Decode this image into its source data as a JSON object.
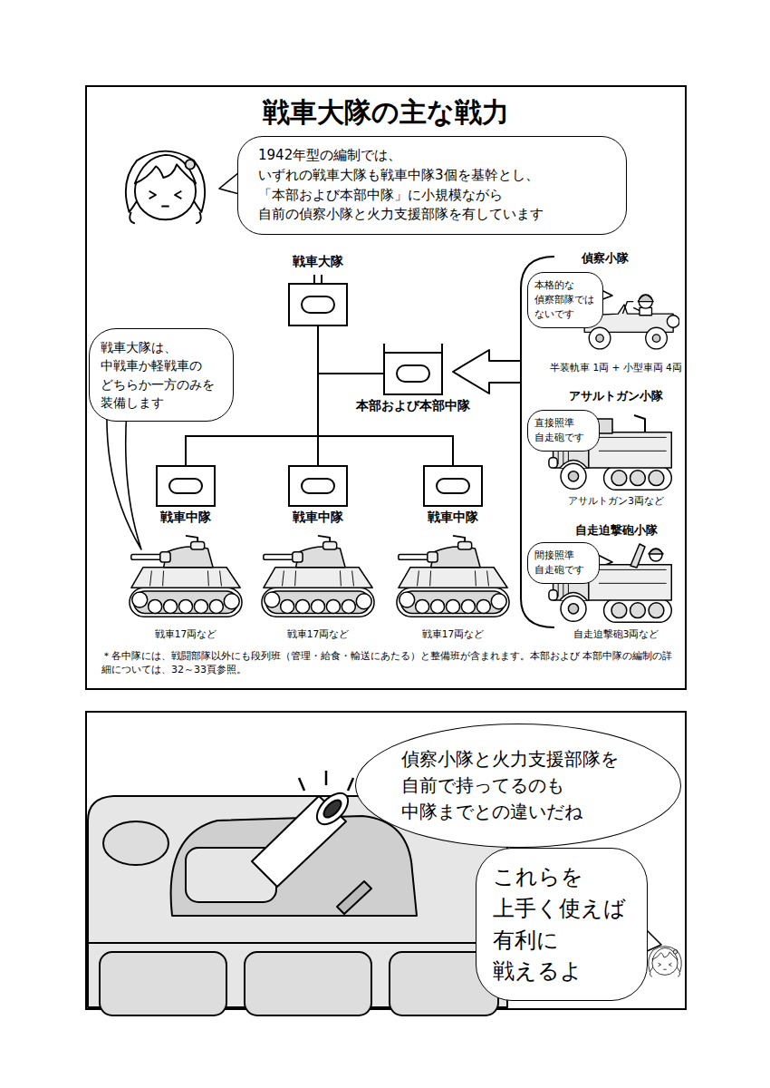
{
  "diagram": {
    "title": "戦車大隊の主な戦力",
    "nodes": [
      {
        "text": [
          "1942年型の編制では、 いずれの戦車大隊も戦車中隊3個を基幹とし、 「本部および本部中隊」に小規模ながら 自前の偵察小隊と火力支援部隊を有しています"
        ]
      },
      {
        "text": [
          "戦車大隊"
        ]
      },
      {
        "text": [
          "戦車大隊は、 中戦車か軽戦車の どちらか一方のみを 装備します"
        ]
      },
      {
        "text": [
          "本部および本部中隊"
        ]
      },
      {
        "text": [
          "本格的な 偵察部隊では ないです"
        ]
      },
      {
        "text": [
          "直接照準 自走砲です"
        ]
      },
      {
        "text": [
          "間接照準 自走砲です"
        ]
      },
      {
        "text": [
          "戦車中隊"
        ]
      },
      {
        "text": [
          "戦車中隊"
        ]
      },
      {
        "text": [
          "戦車中隊"
        ]
      },
      {
        "text": [
          "偵察小隊と火力支援部隊を 自前で持ってるのも 中隊までとの違いだね"
        ]
      },
      {
        "text": [
          "これらを 上手く使えば 有利に 戦えるよ"
        ]
      }
    ],
    "edges": [
      {
        "from": 1,
        "to": 3,
        "arrow": "none"
      },
      {
        "from": 1,
        "to": 7,
        "arrow": "none"
      },
      {
        "from": 1,
        "to": 8,
        "arrow": "none"
      },
      {
        "from": 1,
        "to": 9,
        "arrow": "none"
      }
    ],
    "labels": [
      "偵察小隊",
      "半装軌車 1両 + 小型車両 4両",
      "アサルトガン小隊",
      "アサルトガン3両など",
      "自走迫撃砲小隊",
      "自走迫撃砲3両など",
      "戦車17両など",
      "戦車17両など",
      "戦車17両など",
      "＊各中隊には、戦闘部隊以外にも段列班（管理・給食・輸送にあたる）と整備班が含まれます。本部および 本部中隊の編制の詳細については、32～33頁参照。"
    ]
  }
}
